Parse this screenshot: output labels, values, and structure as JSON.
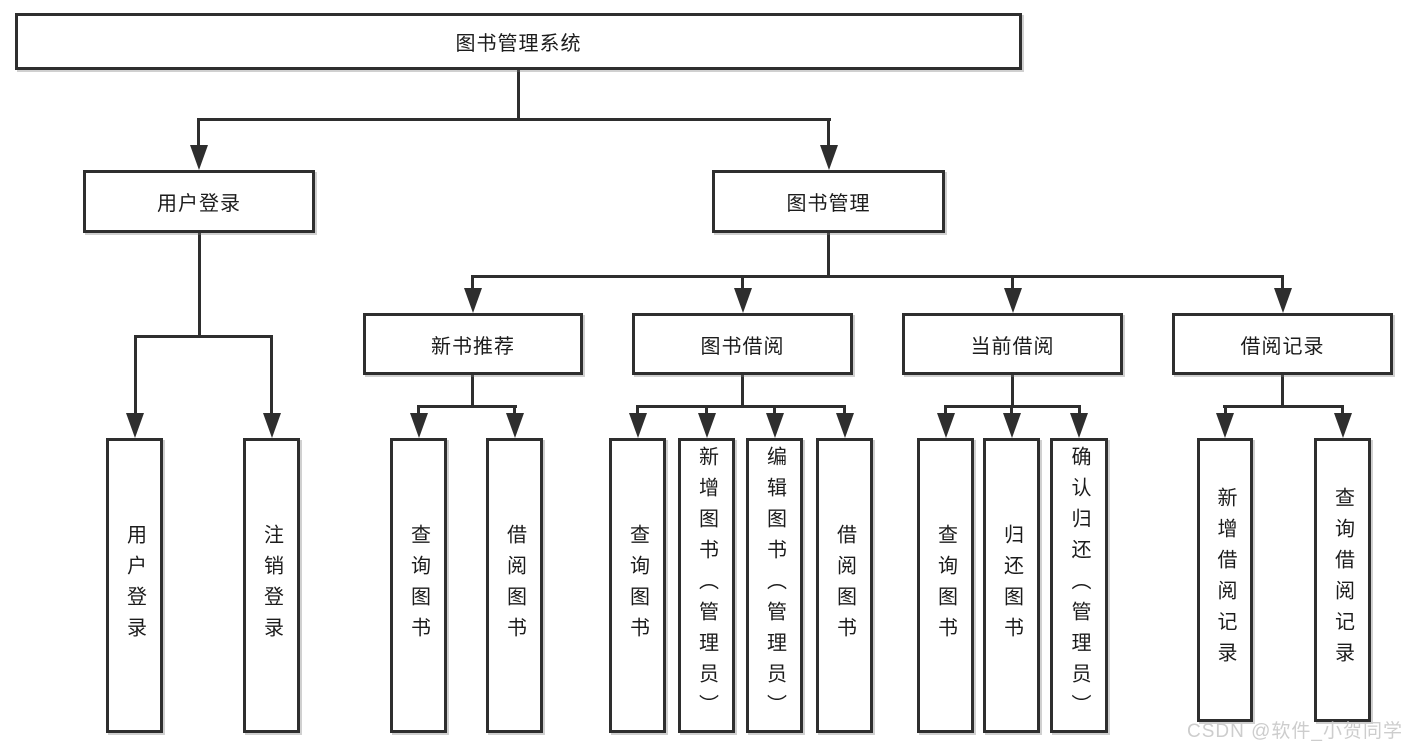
{
  "diagram": {
    "type": "hierarchy",
    "tree": {
      "label": "图书管理系统",
      "children": [
        {
          "label": "用户登录",
          "children": [
            {
              "label": "用户登录"
            },
            {
              "label": "注销登录"
            }
          ]
        },
        {
          "label": "图书管理",
          "children": [
            {
              "label": "新书推荐",
              "children": [
                {
                  "label": "查询图书"
                },
                {
                  "label": "借阅图书"
                }
              ]
            },
            {
              "label": "图书借阅",
              "children": [
                {
                  "label": "查询图书"
                },
                {
                  "label": "新增图书（管理员）"
                },
                {
                  "label": "编辑图书（管理员）"
                },
                {
                  "label": "借阅图书"
                }
              ]
            },
            {
              "label": "当前借阅",
              "children": [
                {
                  "label": "查询图书"
                },
                {
                  "label": "归还图书"
                },
                {
                  "label": "确认归还（管理员）"
                }
              ]
            },
            {
              "label": "借阅记录",
              "children": [
                {
                  "label": "新增借阅记录"
                },
                {
                  "label": "查询借阅记录"
                }
              ]
            }
          ]
        }
      ]
    },
    "colors": {
      "line": "#2e2e2e",
      "box_border": "#2e2e2e",
      "box_background": "#ffffff",
      "text": "#1c1c1c",
      "watermark": "#cdcdcd"
    }
  },
  "watermark": {
    "text": "CSDN @软件_小贺同学"
  }
}
